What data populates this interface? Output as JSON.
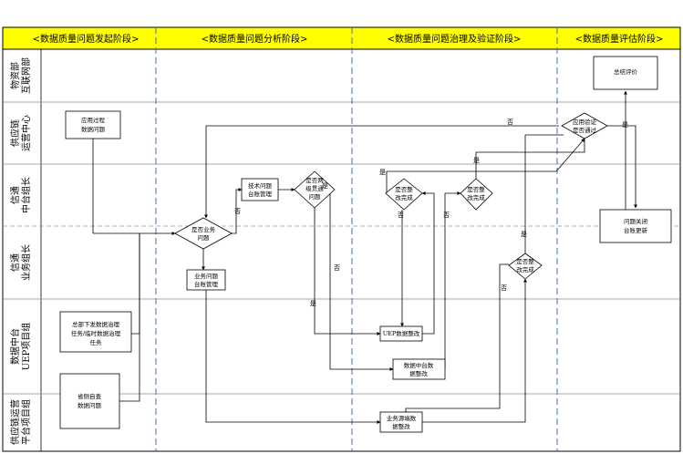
{
  "phases": [
    {
      "id": "p1",
      "label": "<数据质量问题发起阶段>"
    },
    {
      "id": "p2",
      "label": "<数据质量问题分析阶段>"
    },
    {
      "id": "p3",
      "label": "<数据质量问题治理及验证阶段>"
    },
    {
      "id": "p4",
      "label": "<数据质量评估阶段>"
    }
  ],
  "lanes": [
    {
      "id": "l1",
      "label": [
        "物资部",
        "互联网部"
      ]
    },
    {
      "id": "l2",
      "label": [
        "供应链",
        "运营中心"
      ]
    },
    {
      "id": "l3",
      "label": [
        "信通",
        "中台组长"
      ]
    },
    {
      "id": "l4",
      "label": [
        "信通",
        "业务组长"
      ]
    },
    {
      "id": "l5",
      "label": [
        "数据中台",
        "UEP项目组"
      ]
    },
    {
      "id": "l6",
      "label": [
        "供应链运营",
        "平台项目组"
      ]
    }
  ],
  "nodes": [
    {
      "id": "n_app",
      "lines": [
        "应用过程",
        "数据问题"
      ]
    },
    {
      "id": "n_hq",
      "lines": [
        "总部下发数据治理",
        "任务/临时数据治理",
        "任务"
      ]
    },
    {
      "id": "n_prov",
      "lines": [
        "省侧自查",
        "数据问题"
      ]
    },
    {
      "id": "n_isbiz",
      "lines": [
        "是否业务",
        "问题"
      ]
    },
    {
      "id": "n_tech",
      "lines": [
        "技术问题",
        "台账管理"
      ]
    },
    {
      "id": "n_isdual",
      "lines": [
        "是否两",
        "级贯通",
        "问题"
      ]
    },
    {
      "id": "n_biz",
      "lines": [
        "业务问题",
        "台账管理"
      ]
    },
    {
      "id": "n_chk1",
      "lines": [
        "是否整",
        "改完成"
      ]
    },
    {
      "id": "n_chk2",
      "lines": [
        "是否整",
        "改完成"
      ]
    },
    {
      "id": "n_chk3",
      "lines": [
        "是否整",
        "改完成"
      ]
    },
    {
      "id": "n_uep",
      "lines": [
        "UEP数据整改"
      ]
    },
    {
      "id": "n_mid",
      "lines": [
        "数据中台数",
        "据整改"
      ]
    },
    {
      "id": "n_src",
      "lines": [
        "业务源端数",
        "据整改"
      ]
    },
    {
      "id": "n_verify",
      "lines": [
        "应用验证",
        "是否通过"
      ]
    },
    {
      "id": "n_eval",
      "lines": [
        "总结评价"
      ]
    },
    {
      "id": "n_close",
      "lines": [
        "问题关闭",
        "台账更新"
      ]
    }
  ],
  "edge_labels": [
    {
      "id": "e_isbiz_no",
      "text": "否"
    },
    {
      "id": "e_isdual_yes",
      "text": "是"
    },
    {
      "id": "e_isdual_no",
      "text": "否"
    },
    {
      "id": "e_isdual_yes2",
      "text": "是"
    },
    {
      "id": "e_chk1_yes",
      "text": "是"
    },
    {
      "id": "e_chk1_no",
      "text": "否"
    },
    {
      "id": "e_chk2_yes",
      "text": "是"
    },
    {
      "id": "e_chk2_no",
      "text": "否"
    },
    {
      "id": "e_chk3_yes",
      "text": "是"
    },
    {
      "id": "e_chk3_no",
      "text": "否"
    },
    {
      "id": "e_verify_no",
      "text": "否"
    },
    {
      "id": "e_verify_yes",
      "text": "是"
    }
  ],
  "colors": {
    "phase_bar": "#ffff00",
    "line": "#000000",
    "dashed": "#4a6fa5",
    "grid": "#8a8a8a"
  }
}
